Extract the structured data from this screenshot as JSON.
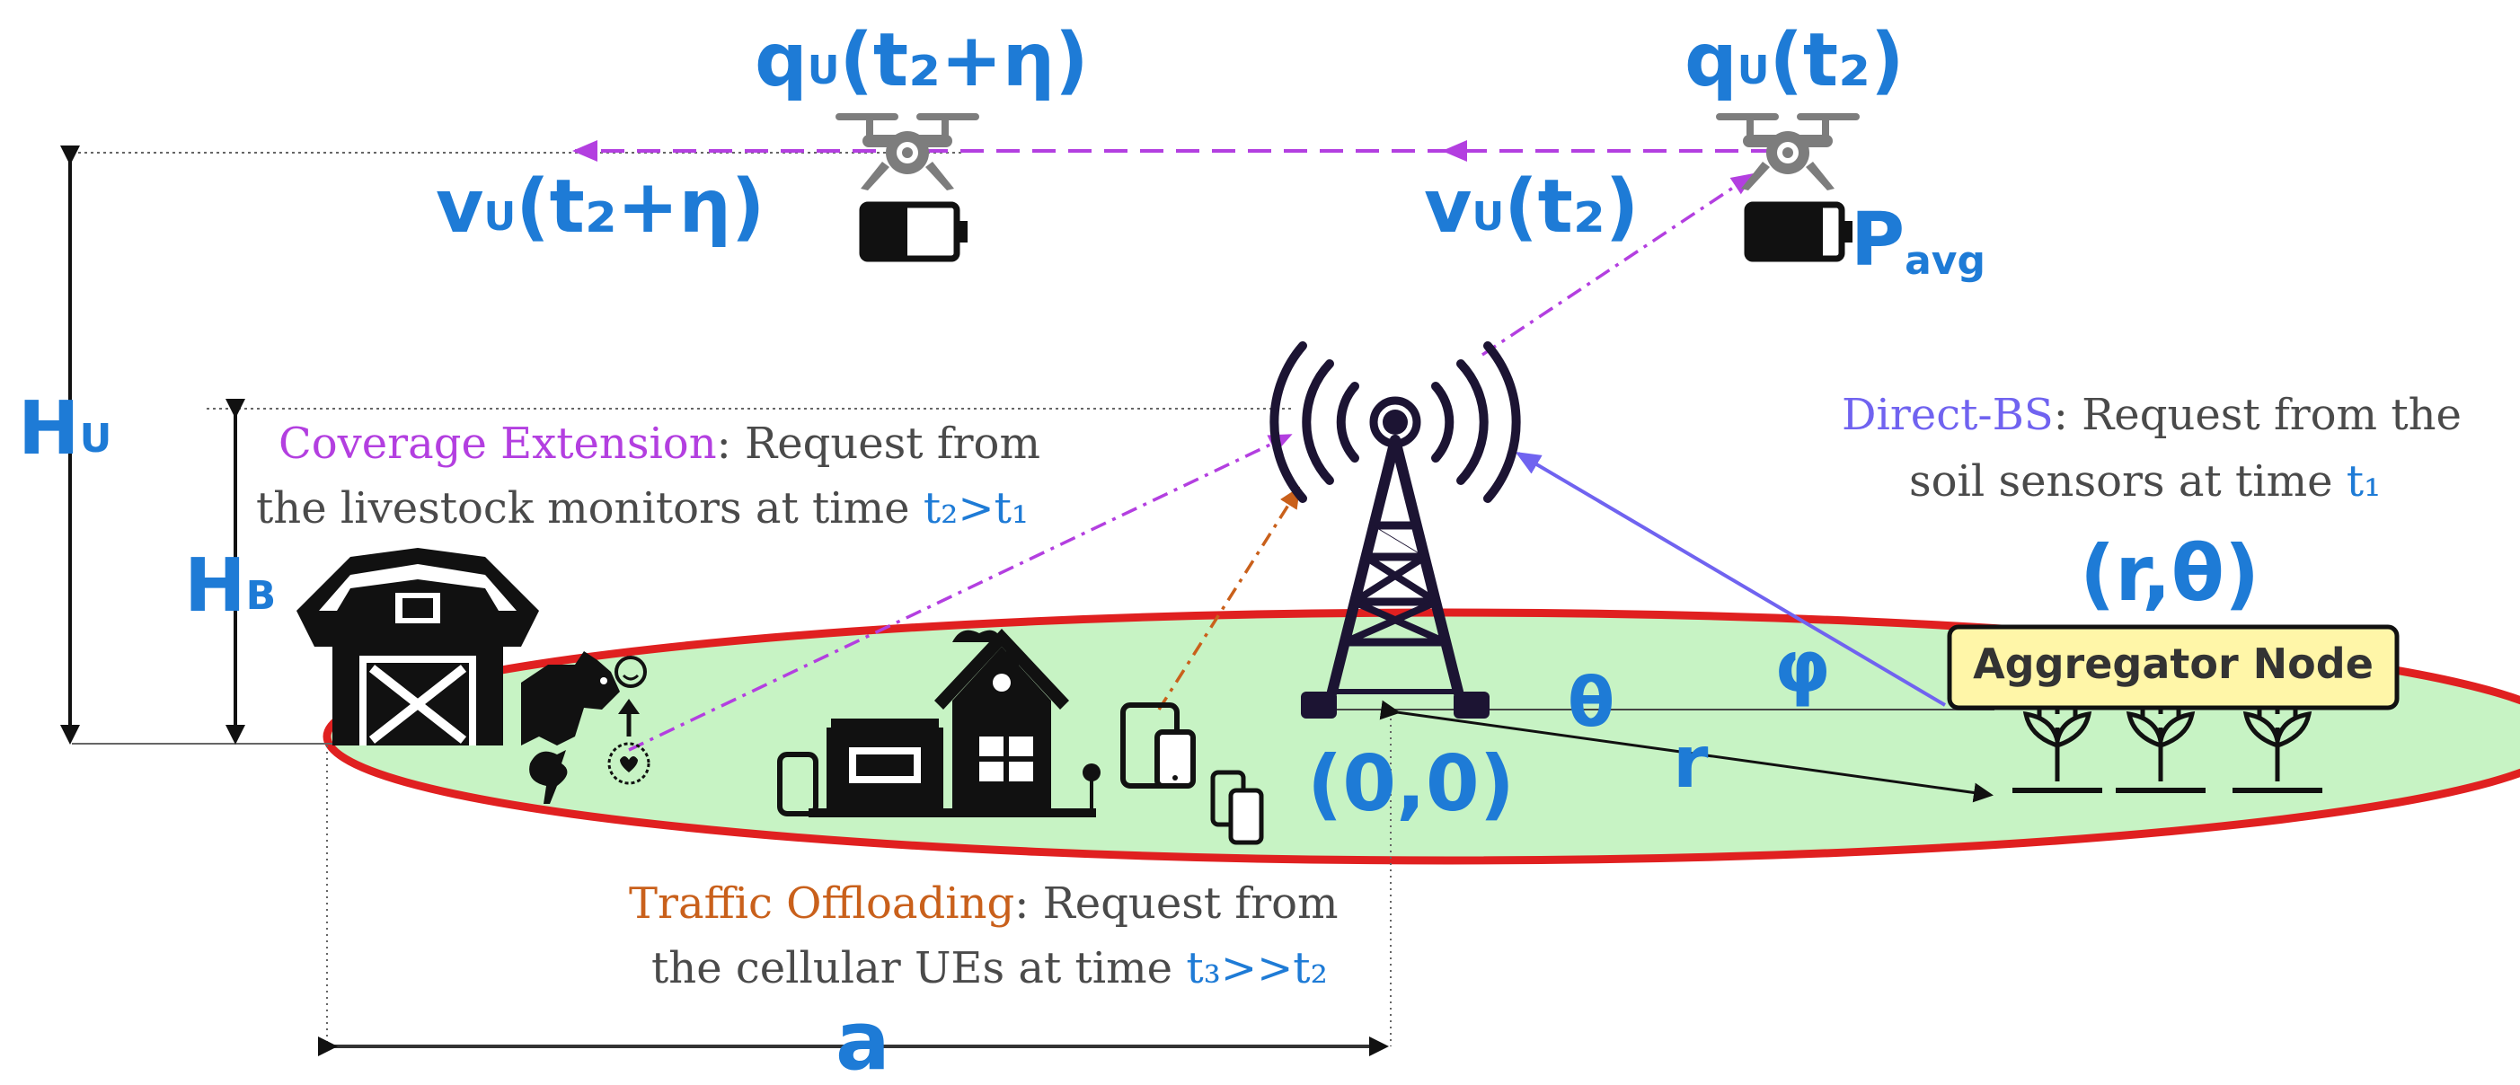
{
  "labels": {
    "q_eta_main": "q",
    "q_eta_sub": "U",
    "q_eta_arg": "(t₂+η)",
    "q_main": "q",
    "q_sub": "U",
    "q_arg": "(t₂)",
    "v_eta_main": "v",
    "v_eta_sub": "U",
    "v_eta_arg": "(t₂+η)",
    "v_main": "v",
    "v_sub": "U",
    "v_arg": "(t₂)",
    "pavg_main": "P",
    "pavg_sub": "avg",
    "hu_main": "H",
    "hu_sub": "U",
    "hb_main": "H",
    "hb_sub": "B",
    "rtheta": "(r,θ)",
    "theta": "θ",
    "phi": "φ",
    "r": "r",
    "origin": "(0,0)",
    "a": "a",
    "aggregator": "Aggregator Node"
  },
  "captions": {
    "coverage_title": "Coverage Extension",
    "coverage_text1": ": Request from",
    "coverage_text2": "the livestock monitors at time ",
    "coverage_time": "t₂>t₁",
    "direct_title": "Direct-BS",
    "direct_text1": ": Request from the",
    "direct_text2": "soil sensors at time ",
    "direct_time": "t₁",
    "traffic_title": "Traffic Offloading",
    "traffic_text1": ": Request from",
    "traffic_text2": "the cellular UEs at time ",
    "traffic_time": "t₃>>t₂"
  },
  "colors": {
    "math_blue": "#1E7BD6",
    "coverage_purple": "#B33FE0",
    "direct_violet": "#7063F0",
    "traffic_orange": "#C9601B",
    "area_fill": "#C7F3C4",
    "area_border": "#E02020",
    "aggregator_fill": "#FFF6A8",
    "icon_dark": "#111111",
    "tower_dark": "#1C1433"
  },
  "icons": [
    "drone-icon",
    "battery-half-icon",
    "battery-full-icon",
    "cell-tower-icon",
    "barn-icon",
    "cow-icon",
    "chicken-icon",
    "heart-monitor-icon",
    "house-icon",
    "smartphone-icon",
    "tablet-icon",
    "plant-sensor-icon"
  ]
}
